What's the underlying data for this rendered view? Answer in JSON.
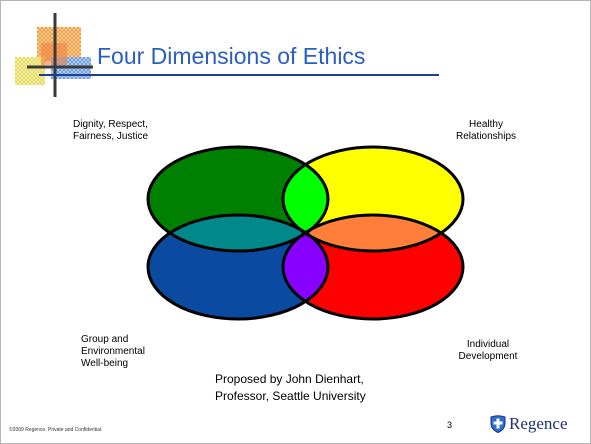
{
  "slide": {
    "title": "Four Dimensions of Ethics",
    "labels": {
      "top_left": "Dignity, Respect,\nFairness, Justice",
      "top_right": "Healthy\nRelationships",
      "bottom_left": "Group and\nEnvironmental\nWell-being",
      "bottom_right": "Individual\nDevelopment"
    },
    "attribution": "Proposed by John Dienhart,\nProfessor, Seattle University",
    "footer": "©2009 Regence.  Private and Confidential.",
    "page_number": "3",
    "logo_text": "Regence"
  },
  "colors": {
    "title": "#2a5fbf",
    "title_rule": "#1f3f8f",
    "ellipse_top_left": "#008000",
    "ellipse_top_right": "#ffff00",
    "ellipse_bottom_left": "#0a4aa0",
    "ellipse_bottom_right": "#ff0000",
    "logo": "#1f2f6f"
  },
  "icons": {
    "logo": "shield-cross-icon",
    "decoration": "checkered-squares-decoration"
  }
}
